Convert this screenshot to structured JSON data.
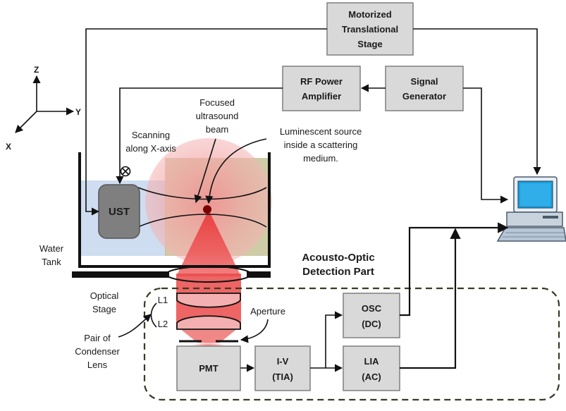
{
  "boxes": {
    "stage": [
      "Motorized",
      "Translational",
      "Stage"
    ],
    "rf": [
      "RF Power",
      "Amplifier"
    ],
    "siggen": [
      "Signal",
      "Generator"
    ],
    "ust": "UST",
    "osc": [
      "OSC",
      "(DC)"
    ],
    "pmt": "PMT",
    "iv": [
      "I-V",
      "(TIA)"
    ],
    "lia": [
      "LIA",
      "(AC)"
    ]
  },
  "axes": {
    "z": "Z",
    "y": "Y",
    "x": "X"
  },
  "labels": {
    "focused": [
      "Focused",
      "ultrasound",
      "beam"
    ],
    "scanning": [
      "Scanning",
      "along X-axis"
    ],
    "luminescent": [
      "Luminescent source",
      "inside a scattering",
      "medium."
    ],
    "water_tank": [
      "Water",
      "Tank"
    ],
    "acousto": [
      "Acousto-Optic",
      "Detection Part"
    ],
    "optical_stage": [
      "Optical",
      "Stage"
    ],
    "l1": "L1",
    "l2": "L2",
    "aperture": "Aperture",
    "condenser": [
      "Pair of",
      "Condenser",
      "Lens"
    ]
  },
  "colors": {
    "box_fill": "#d9d9d9",
    "ust_fill": "#7f7f7f",
    "water": "#c9d9ee",
    "medium": "#c8b48a",
    "beam_glow": "#f4a6a6",
    "light_red": "#e8383a",
    "monitor_screen": "#19a0e0"
  }
}
